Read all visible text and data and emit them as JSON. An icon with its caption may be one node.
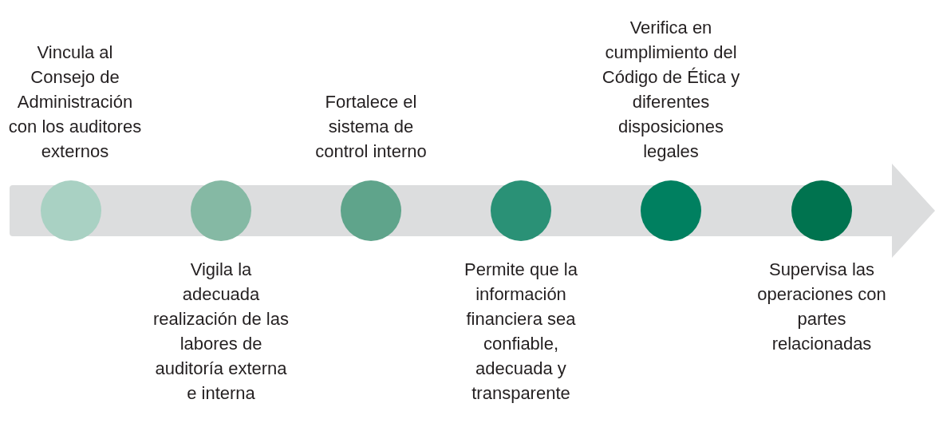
{
  "diagram": {
    "nodes": [
      {
        "text": [],
        "shape": "circle",
        "beside": [
          "Vincula al Consejo de Administración con los auditores externos"
        ]
      },
      {
        "text": [],
        "shape": "circle",
        "beside": [
          "Vigila la adecuada realización de las labores de auditoría externa e interna"
        ]
      },
      {
        "text": [],
        "shape": "circle",
        "beside": [
          "Fortalece el sistema de control interno"
        ]
      },
      {
        "text": [],
        "shape": "circle",
        "beside": [
          "Permite que la información financiera sea confiable, adecuada y transparente"
        ]
      },
      {
        "text": [],
        "shape": "circle",
        "beside": [
          "Verifica en cumplimiento del Código de Ética y diferentes disposiciones legales"
        ]
      },
      {
        "text": [],
        "shape": "circle",
        "beside": [
          "Supervisa las operaciones con partes relacionadas"
        ]
      }
    ]
  }
}
